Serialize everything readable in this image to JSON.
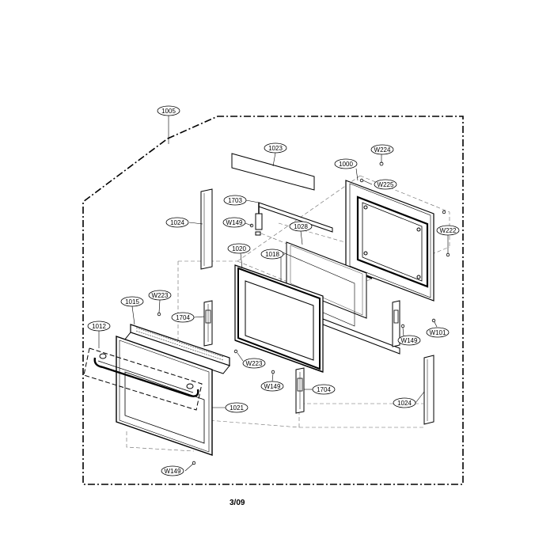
{
  "page_number": "3/09",
  "labels": {
    "l1005": "1005",
    "l1023": "1023",
    "l1000": "1000",
    "lW224": "W224",
    "lW225": "W225",
    "l1703": "1703",
    "l1024a": "1024",
    "lW149a": "W149",
    "l1028": "1028",
    "lW222": "W222",
    "l1020": "1020",
    "l1018": "1018",
    "lW223a": "W223",
    "l1015": "1015",
    "l1704a": "1704",
    "l1012": "1012",
    "lW149b": "W149",
    "lW101": "W101",
    "lW223b": "W223",
    "lW149c": "W149",
    "l1704b": "1704",
    "l1021": "1021",
    "l1024b": "1024",
    "lW149d": "W149"
  }
}
